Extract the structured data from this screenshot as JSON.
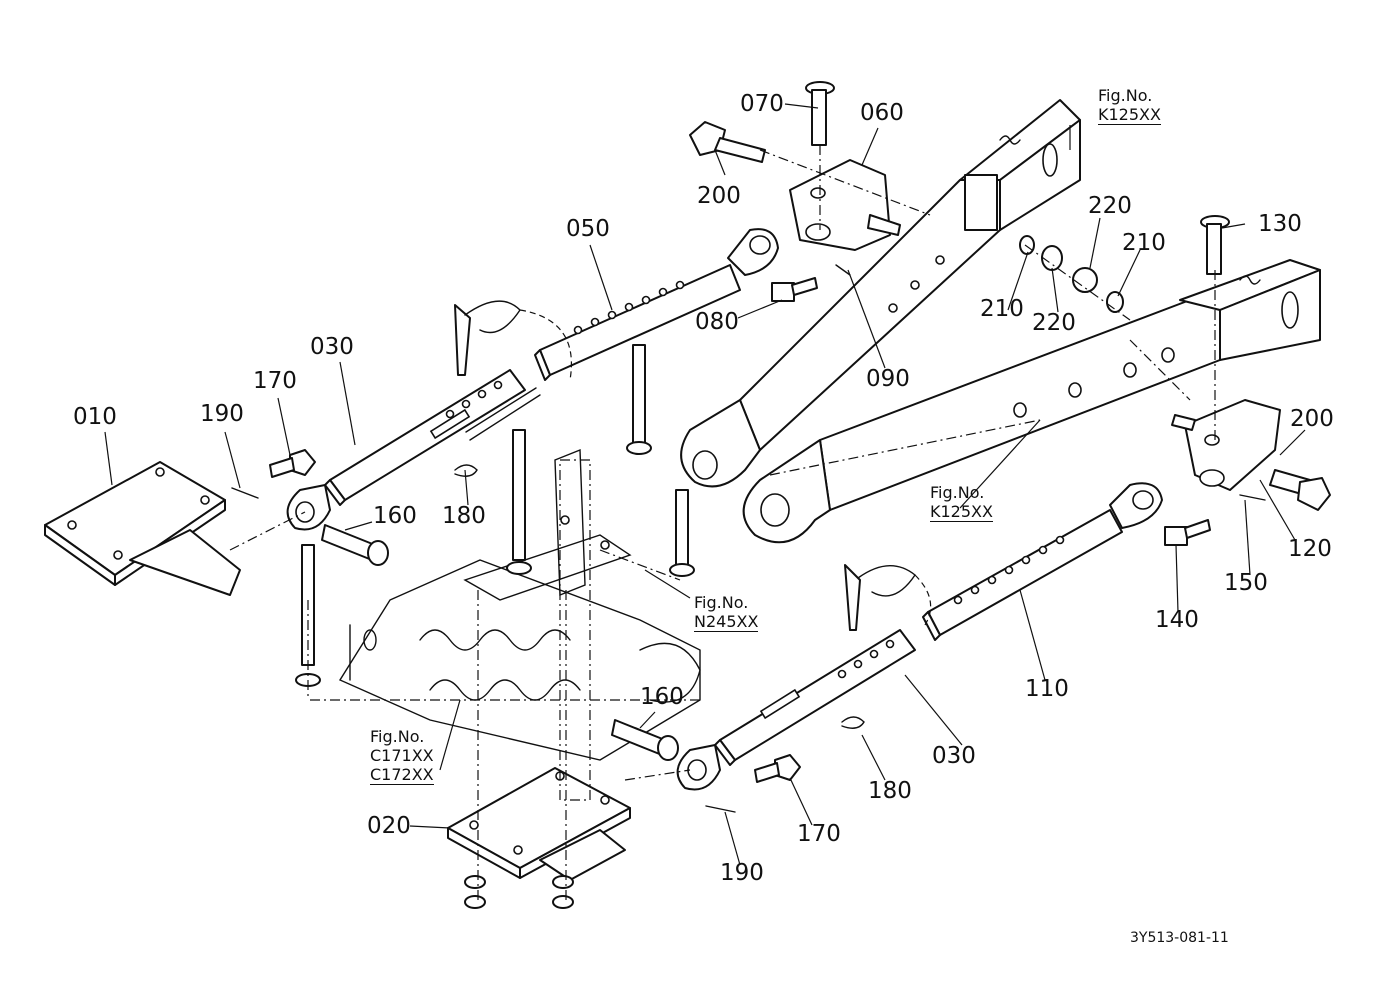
{
  "diagram": {
    "part_labels": {
      "p010": "010",
      "p020": "020",
      "p030a": "030",
      "p030b": "030",
      "p050": "050",
      "p060": "060",
      "p070": "070",
      "p080": "080",
      "p090": "090",
      "p110": "110",
      "p120": "120",
      "p130": "130",
      "p140": "140",
      "p150": "150",
      "p160a": "160",
      "p160b": "160",
      "p170a": "170",
      "p170b": "170",
      "p180a": "180",
      "p180b": "180",
      "p190a": "190",
      "p190b": "190",
      "p200a": "200",
      "p200b": "200",
      "p210a": "210",
      "p210b": "210",
      "p220a": "220",
      "p220b": "220"
    },
    "figure_refs": {
      "k125_top": {
        "title": "Fig.No.",
        "code": "K125XX"
      },
      "k125_mid": {
        "title": "Fig.No.",
        "code": "K125XX"
      },
      "n245": {
        "title": "Fig.No.",
        "code": "N245XX"
      },
      "c17x": {
        "title": "Fig.No.",
        "code1": "C171XX",
        "code2": "C172XX"
      }
    },
    "drawing_code": "3Y513-081-11"
  }
}
